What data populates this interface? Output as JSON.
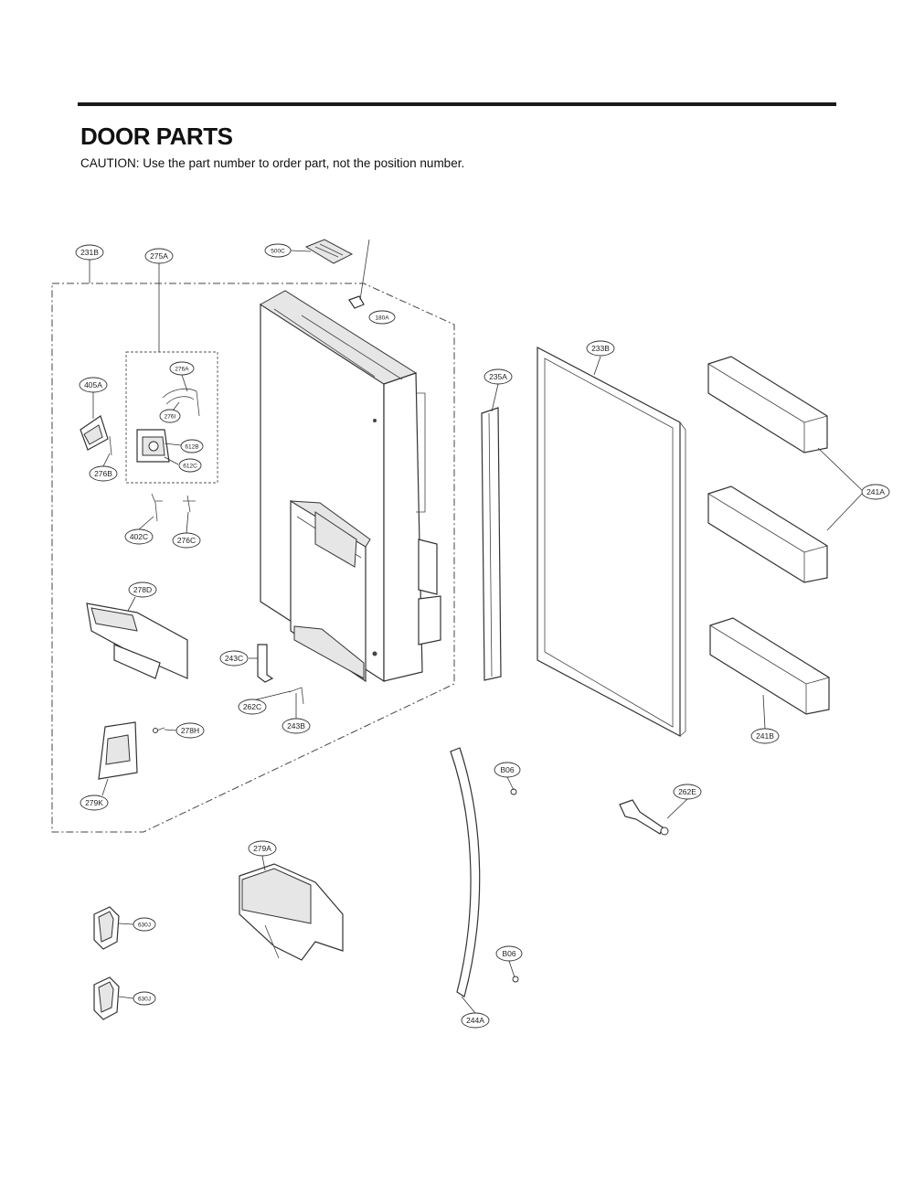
{
  "header": {
    "title": "DOOR PARTS",
    "caution": "CAUTION: Use the part number to order part, not the position number."
  },
  "callouts": {
    "c231B": "231B",
    "c500C": "500C",
    "c180A": "180A",
    "c275A": "275A",
    "c276A": "276A",
    "c276I": "276I",
    "c405A": "405A",
    "c612B": "612B",
    "c612C": "612C",
    "c276B": "276B",
    "c402C": "402C",
    "c276C": "276C",
    "c278D": "278D",
    "c243C": "243C",
    "c262C": "262C",
    "c243B": "243B",
    "c278H": "278H",
    "c279K": "279K",
    "c235A": "235A",
    "c233B": "233B",
    "c241A": "241A",
    "c241B": "241B",
    "cB06a": "B06",
    "c262E": "262E",
    "c279A": "279A",
    "c630Ja": "630J",
    "cB06b": "B06",
    "c630Jb": "630J",
    "c244A": "244A"
  }
}
